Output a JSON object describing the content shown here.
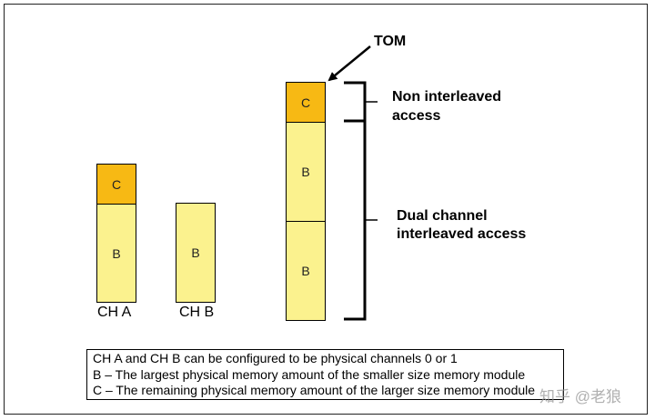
{
  "columns": {
    "ch_a": {
      "label": "CH A",
      "c_label": "C",
      "b_label": "B"
    },
    "ch_b": {
      "label": "CH B",
      "b_label": "B"
    },
    "combined": {
      "c_label": "C",
      "b_upper_label": "B",
      "b_lower_label": "B"
    }
  },
  "annotations": {
    "tom": "TOM",
    "non_interleaved_line1": "Non interleaved",
    "non_interleaved_line2": "access",
    "dual_channel_line1": "Dual channel",
    "dual_channel_line2": "interleaved access"
  },
  "legend": {
    "line1": "CH A and CH B can be configured to be physical channels 0 or 1",
    "line2": "B – The largest physical memory amount of the smaller size memory module",
    "line3": "C – The remaining physical memory amount of the larger size memory module"
  },
  "watermark": "知乎 @老狼",
  "colors": {
    "c_block": "#f7b914",
    "b_block": "#fbf28e",
    "line": "#000000"
  }
}
